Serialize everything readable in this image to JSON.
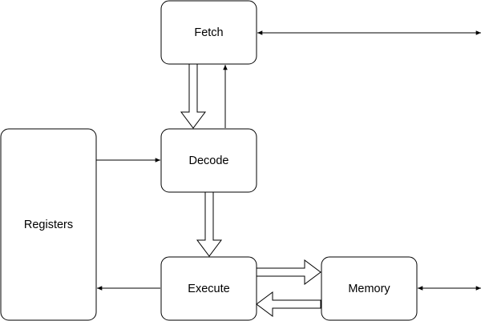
{
  "diagram": {
    "nodes": {
      "fetch": {
        "label": "Fetch"
      },
      "decode": {
        "label": "Decode"
      },
      "registers": {
        "label": "Registers"
      },
      "execute": {
        "label": "Execute"
      },
      "memory": {
        "label": "Memory"
      }
    },
    "connections": [
      {
        "from": "fetch",
        "to": "decode",
        "style": "hollow-block-arrow"
      },
      {
        "from": "decode",
        "to": "fetch",
        "style": "thin-arrow"
      },
      {
        "from": "registers",
        "to": "decode",
        "style": "thin-arrow"
      },
      {
        "from": "decode",
        "to": "execute",
        "style": "hollow-block-arrow"
      },
      {
        "from": "execute",
        "to": "registers",
        "style": "thin-arrow"
      },
      {
        "from": "execute",
        "to": "memory",
        "style": "hollow-block-arrow"
      },
      {
        "from": "memory",
        "to": "execute",
        "style": "hollow-block-arrow"
      },
      {
        "from": "fetch",
        "to": "external",
        "style": "bidirectional-thin-arrow"
      },
      {
        "from": "memory",
        "to": "external",
        "style": "bidirectional-thin-arrow"
      }
    ],
    "colors": {
      "stroke": "#000000",
      "fill": "#ffffff",
      "background": "#ffffff"
    }
  }
}
